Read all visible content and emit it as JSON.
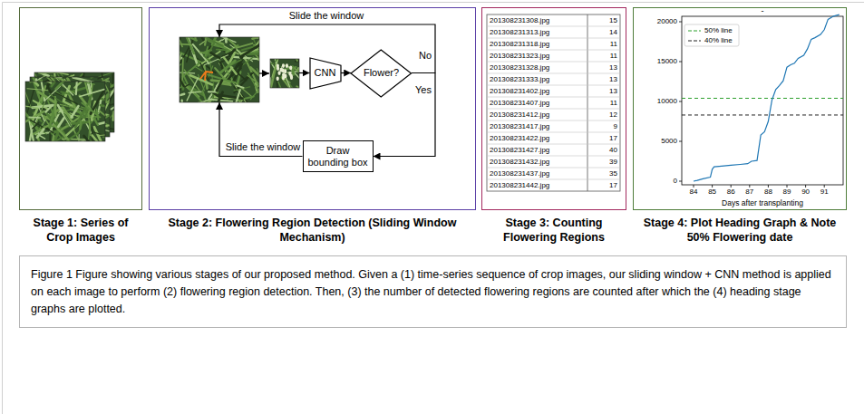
{
  "diagram": {
    "caption": "Figure 1 Figure showing various stages of our proposed method. Given a (1) time-series sequence of crop images, our sliding window + CNN method is applied on each image to perform (2) flowering region detection. Then, (3) the number of detected flowering regions are counted after which the (4) heading stage graphs are plotted.",
    "nodes": [
      {
        "text": [
          "Stage 1: Series of Crop Images"
        ]
      },
      {
        "text": [
          "Stage 2: Flowering Region Detection (Sliding Window Mechanism)"
        ]
      },
      {
        "text": [
          "CNN"
        ],
        "in": 1
      },
      {
        "text": [
          "Flower?"
        ],
        "in": 1
      },
      {
        "text": [
          "Draw bounding box"
        ],
        "in": 1
      },
      {
        "text": [
          "Stage 3: Counting Flowering Regions"
        ]
      },
      {
        "text": [
          "Stage 4: Plot Heading Graph & Note 50% Flowering date"
        ]
      }
    ],
    "edges": [
      {
        "from": 2,
        "to": 3,
        "arrow": "to"
      },
      {
        "from": 3,
        "to": 4,
        "label": "Yes",
        "arrow": "to"
      }
    ],
    "labels": [
      "Slide the window",
      "No",
      "Slide the window",
      "201308231308.jpg",
      "15",
      "201308231313.jpg",
      "14",
      "201308231318.jpg",
      "11",
      "201308231323.jpg",
      "11",
      "201308231328.jpg",
      "13",
      "201308231333.jpg",
      "13",
      "201308231402.jpg",
      "13",
      "201308231407.jpg",
      "11",
      "201308231412.jpg",
      "12",
      "201308231417.jpg",
      "9",
      "201308231422.jpg",
      "17",
      "201308231427.jpg",
      "40",
      "201308231432.jpg",
      "39",
      "201308231437.jpg",
      "35",
      "201308231442.jpg",
      "17",
      "-",
      "20000",
      "15000",
      "10000",
      "5000",
      "0",
      "84",
      "85",
      "86",
      "87",
      "88",
      "89",
      "90",
      "91",
      "Days after transplanting"
    ],
    "legend": [
      {
        "text": "50% line"
      },
      {
        "text": "40% line"
      }
    ]
  }
}
